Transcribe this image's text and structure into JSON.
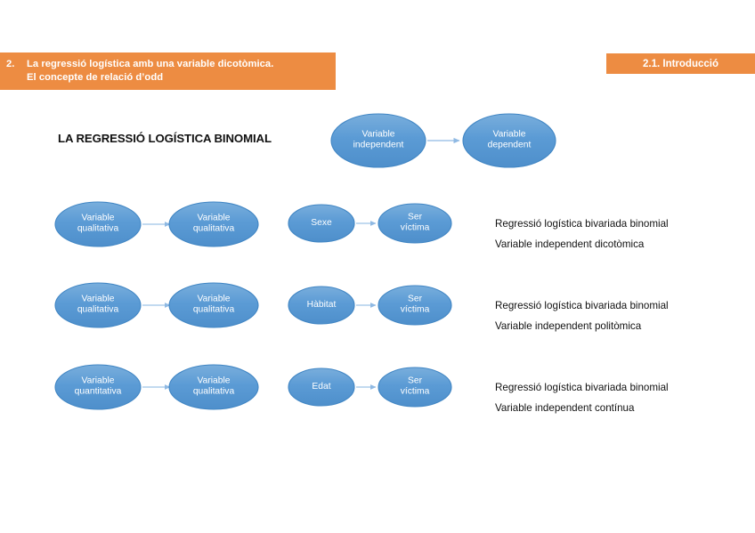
{
  "header": {
    "number": "2.",
    "line1": "La regressió logística amb una variable dicotòmica.",
    "line2": "El concepte de relació d’odd",
    "badge": "2.1. Introducció",
    "accent_color": "#ED8C42"
  },
  "slide": {
    "heading": "LA REGRESSIÓ LOGÍSTICA BINOMIAL"
  },
  "colors": {
    "node_fill": "#5B9BD5",
    "node_fill_light": "#73AAD9",
    "node_stroke": "#4186C4",
    "arrow": "#9DC3E6",
    "text_on_node": "#FFFFFF"
  },
  "diagram": {
    "top_row": {
      "from": "Variable\nindependent",
      "to": "Variable\ndependent"
    },
    "rows": [
      {
        "generic": {
          "from": "Variable\nqualitativa",
          "to": "Variable\nqualitativa"
        },
        "example": {
          "from": "Sexe",
          "to": "Ser\nvíctima"
        },
        "annotation": {
          "line1": "Regressió logística bivariada binomial",
          "line2": "Variable independent dicotòmica"
        }
      },
      {
        "generic": {
          "from": "Variable\nqualitativa",
          "to": "Variable\nqualitativa"
        },
        "example": {
          "from": "Hàbitat",
          "to": "Ser\nvíctima"
        },
        "annotation": {
          "line1": "Regressió logística bivariada binomial",
          "line2": "Variable independent politòmica"
        }
      },
      {
        "generic": {
          "from": "Variable\nquantitativa",
          "to": "Variable\nqualitativa"
        },
        "example": {
          "from": "Edat",
          "to": "Ser\nvíctima"
        },
        "annotation": {
          "line1": "Regressió logística bivariada binomial",
          "line2": "Variable independent contínua"
        }
      }
    ]
  }
}
